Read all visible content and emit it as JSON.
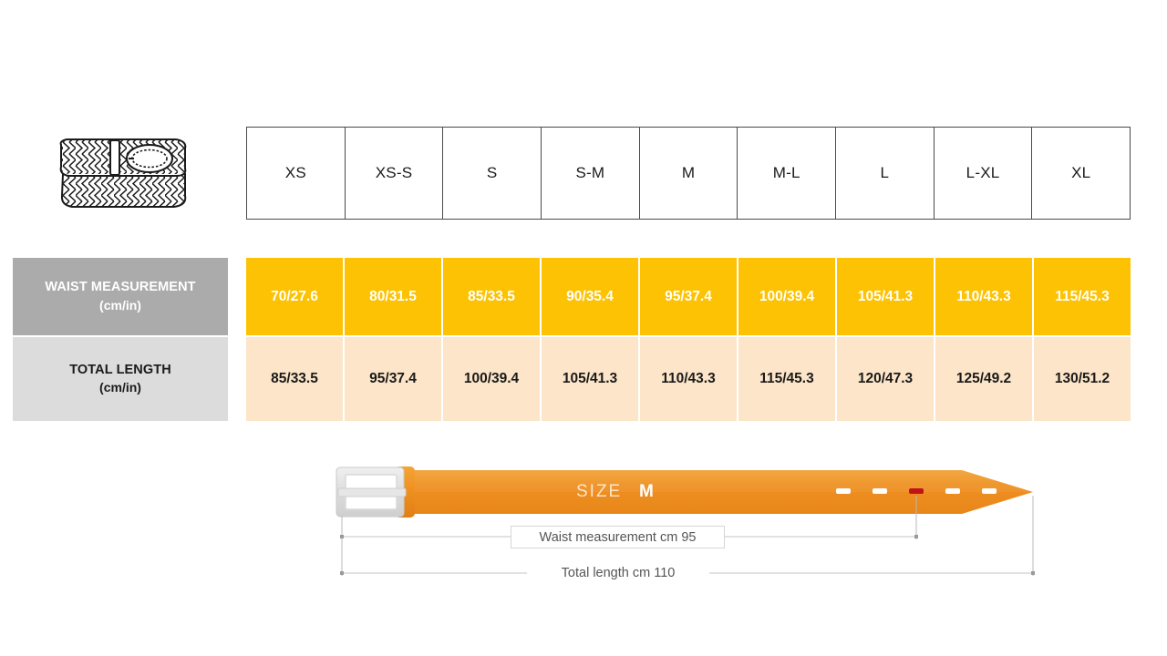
{
  "product": {
    "icon": "braided-belt-icon",
    "alt": "Braided belt"
  },
  "table": {
    "size_headers": [
      "XS",
      "XS-S",
      "S",
      "S-M",
      "M",
      "M-L",
      "L",
      "L-XL",
      "XL"
    ],
    "rows": [
      {
        "label_main": "WAIST MEASUREMENT",
        "label_sub": "(cm/in)",
        "values": [
          "70/27.6",
          "80/31.5",
          "85/33.5",
          "90/35.4",
          "95/37.4",
          "100/39.4",
          "105/41.3",
          "110/43.3",
          "115/45.3"
        ]
      },
      {
        "label_main": "TOTAL LENGTH",
        "label_sub": "(cm/in)",
        "values": [
          "85/33.5",
          "95/37.4",
          "100/39.4",
          "105/41.3",
          "110/43.3",
          "115/45.3",
          "120/47.3",
          "125/49.2",
          "130/51.2"
        ]
      }
    ]
  },
  "diagram": {
    "size_caption": "SIZE",
    "size_value": "M",
    "waist_label": "Waist measurement cm 95",
    "length_label": "Total length cm 110",
    "hole_count": 5,
    "active_hole_index": 2
  },
  "colors": {
    "waist_fill": "#fcc203",
    "length_fill": "#fce5c8",
    "waist_label_bg": "#ababab",
    "length_label_bg": "#dcdcdc",
    "belt_orange": "#ef9021",
    "belt_orange_light": "#f4a32c",
    "buckle_gray": "#e2e2e2",
    "active_hole": "#c1121c",
    "table_border": "#4a4a4a",
    "page_bg": "#ffffff"
  }
}
